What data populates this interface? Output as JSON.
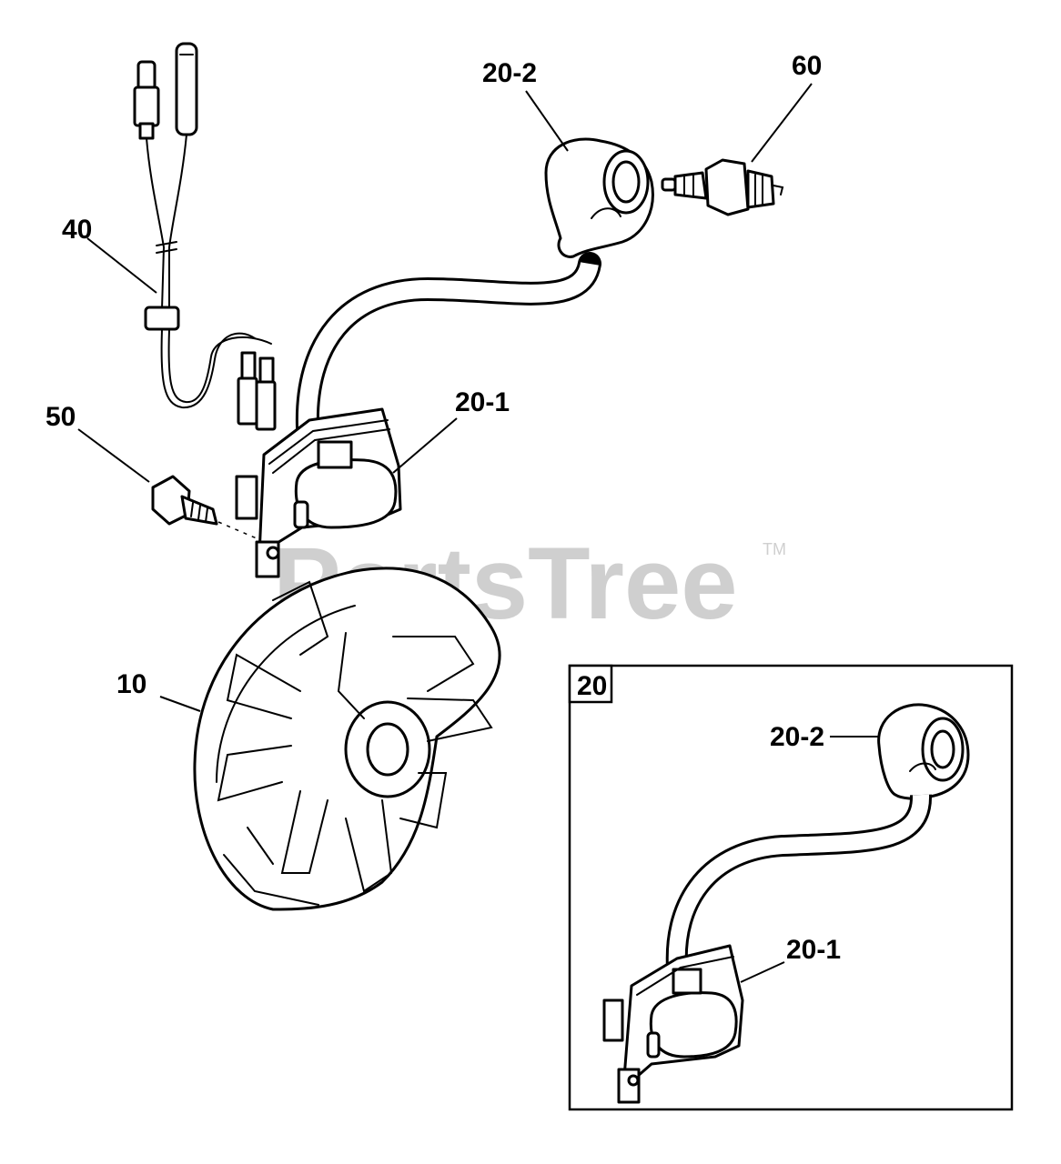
{
  "labels": {
    "boot_main": "20-2",
    "spark_plug": "60",
    "wire_harness": "40",
    "coil_main": "20-1",
    "bolt": "50",
    "flywheel": "10",
    "inset_box": "20",
    "boot_inset": "20-2",
    "coil_inset": "20-1"
  },
  "watermark": {
    "text": "PartsTree",
    "tm": "TM"
  },
  "colors": {
    "line": "#000000",
    "watermark": "#cfcfcf",
    "background": "#ffffff"
  }
}
